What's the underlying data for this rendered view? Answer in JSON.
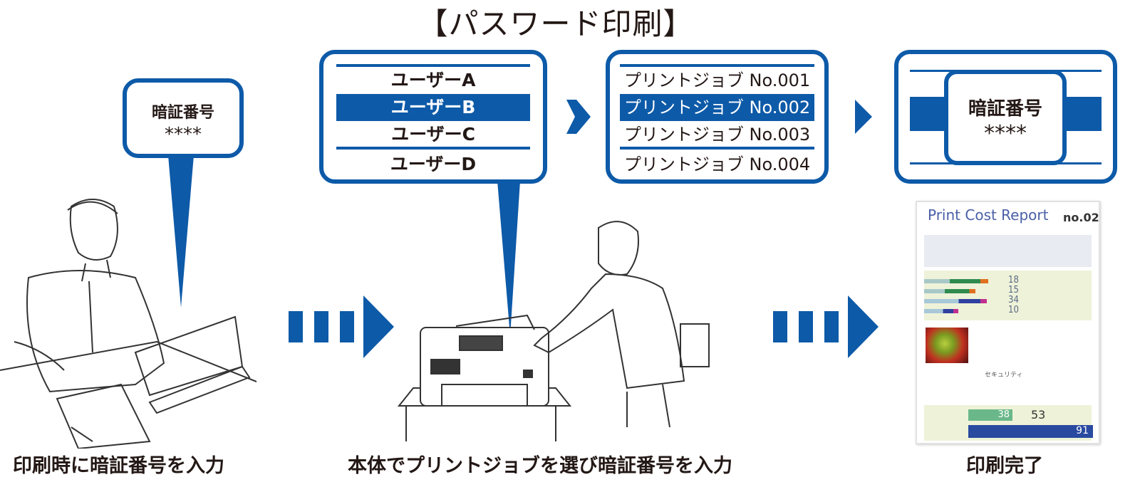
{
  "title": "【パスワード印刷】",
  "pc_callout": {
    "label": "暗証番号",
    "value": "****"
  },
  "user_list": {
    "items": [
      "ユーザーA",
      "ユーザーB",
      "ユーザーC",
      "ユーザーD"
    ],
    "selected": 1
  },
  "job_list": {
    "items": [
      "プリントジョブ No.001",
      "プリントジョブ No.002",
      "プリントジョブ No.003",
      "プリントジョブ No.004"
    ],
    "selected": 1
  },
  "pin_panel": {
    "label": "暗証番号",
    "value": "****"
  },
  "report": {
    "title": "Print Cost Report",
    "issue": "no.02",
    "bar_values": [
      "18",
      "15",
      "34",
      "10"
    ],
    "section_security": "セキュリティ",
    "stat_1": "38",
    "stat_2": "53",
    "stat_3": "91"
  },
  "captions": [
    "印刷時に暗証番号を入力",
    "本体でプリントジョブを選び暗証番号を入力",
    "印刷完了"
  ],
  "colors": {
    "accent": "#0d5aa8"
  }
}
